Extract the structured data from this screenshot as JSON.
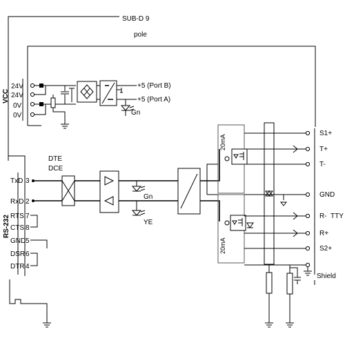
{
  "header": {
    "connector_title": "SUB-D 9",
    "connector_sub": "pole"
  },
  "power": {
    "vcc_label": "VCC",
    "pins": [
      "24V",
      "24V",
      "0V",
      "0V"
    ],
    "out_b": "+5 (Port B)",
    "out_a": "+5 (Port A)",
    "led_label": "Gn"
  },
  "rs232": {
    "side_label": "RS-232",
    "dte": "DTE",
    "dce": "DCE",
    "pins": [
      {
        "name": "TxD",
        "num": "3"
      },
      {
        "name": "RxD",
        "num": "2"
      },
      {
        "name": "RTS",
        "num": "7"
      },
      {
        "name": "CTS",
        "num": "8"
      },
      {
        "name": "GND",
        "num": "5"
      },
      {
        "name": "DSR",
        "num": "6"
      },
      {
        "name": "DTR",
        "num": "4"
      }
    ]
  },
  "middle": {
    "led_gn": "Gn",
    "led_ye": "YE"
  },
  "tty": {
    "current_top": "20mA",
    "current_bottom": "20mA",
    "side_label": "TTY",
    "pins": [
      "S1+",
      "T+",
      "T-",
      "GND",
      "R-",
      "R+",
      "S2+",
      "Shield"
    ]
  }
}
